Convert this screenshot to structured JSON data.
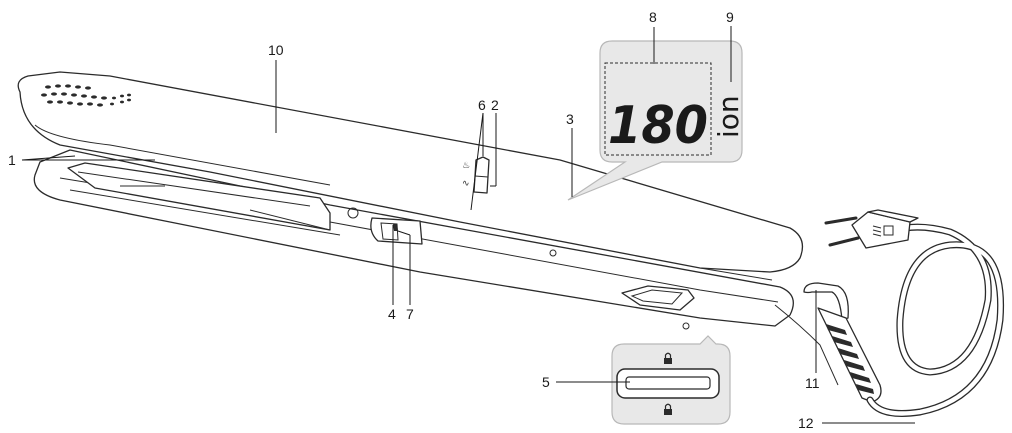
{
  "callouts": {
    "c1": "1",
    "c2": "2",
    "c3": "3",
    "c4": "4",
    "c5": "5",
    "c6": "6",
    "c7": "7",
    "c8": "8",
    "c9": "9",
    "c10": "10",
    "c11": "11",
    "c12": "12"
  },
  "display": {
    "temperature": "180",
    "ion": "ion"
  }
}
